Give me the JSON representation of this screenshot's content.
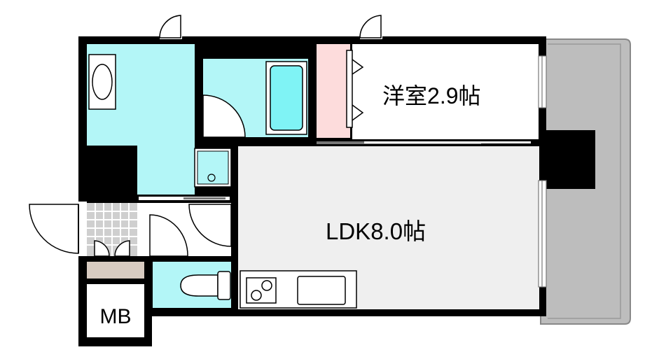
{
  "floor_plan": {
    "rooms": {
      "bedroom": {
        "name": "洋室",
        "size": "2.9帖"
      },
      "ldk": {
        "name": "LDK",
        "size": "8.0帖"
      },
      "meter_box": {
        "label": "MB"
      }
    },
    "colors": {
      "wall": "#000000",
      "wet_area": "#b3f6f7",
      "bathtub": "#7ff3f5",
      "closet": "#fddcdc",
      "shoe_storage": "#d8cbc1",
      "balcony": "#bdbdbd",
      "floor": "#efefef",
      "entrance_tile": "#cfcfcf"
    }
  }
}
